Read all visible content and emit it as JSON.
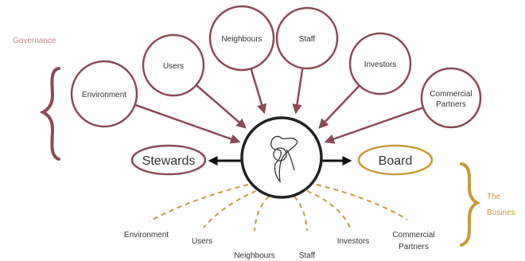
{
  "governance": {
    "label": "Governance",
    "stakeholders": [
      {
        "id": "environment",
        "lines": [
          "Environment"
        ]
      },
      {
        "id": "users",
        "lines": [
          "Users"
        ]
      },
      {
        "id": "neighbours",
        "lines": [
          "Neighbours"
        ]
      },
      {
        "id": "staff",
        "lines": [
          "Staff"
        ]
      },
      {
        "id": "investors",
        "lines": [
          "Investors"
        ]
      },
      {
        "id": "commercial-partners",
        "lines": [
          "Commercial",
          "Partners"
        ]
      }
    ]
  },
  "stewards": {
    "label": "Stewards"
  },
  "board": {
    "label": "Board"
  },
  "business": {
    "label_lines": [
      "The",
      "Busines"
    ],
    "stakeholders": [
      {
        "id": "environment",
        "lines": [
          "Environment"
        ]
      },
      {
        "id": "users",
        "lines": [
          "Users"
        ]
      },
      {
        "id": "neighbours",
        "lines": [
          "Neighbours"
        ]
      },
      {
        "id": "staff",
        "lines": [
          "Staff"
        ]
      },
      {
        "id": "investors",
        "lines": [
          "Investors"
        ]
      },
      {
        "id": "commercial-partners",
        "lines": [
          "Commercial",
          "Partners"
        ]
      }
    ]
  },
  "colors": {
    "governance": "#8a4a55",
    "business": "#c79a3a",
    "dark": "#222222",
    "text": "#333333"
  }
}
